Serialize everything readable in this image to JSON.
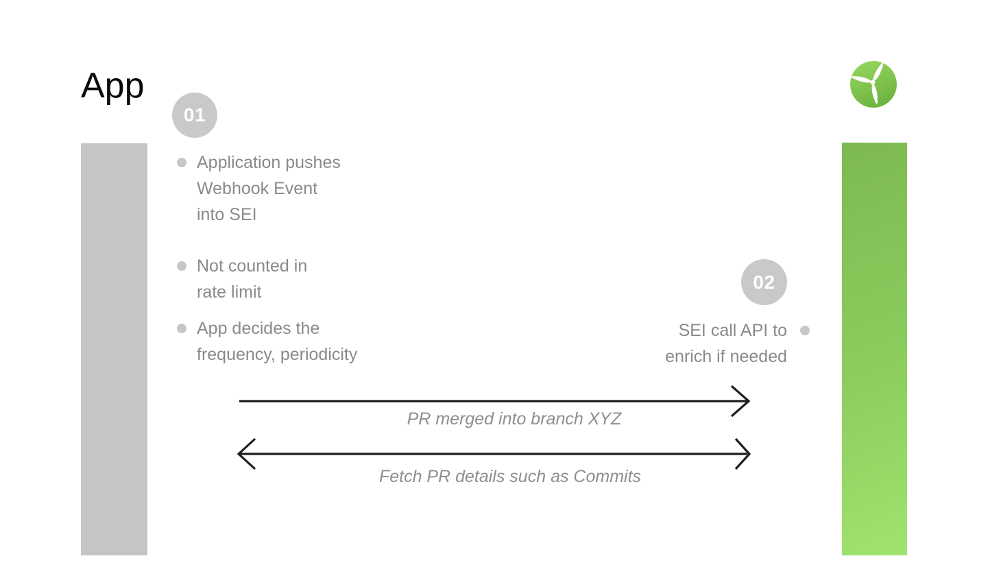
{
  "title": "App",
  "logo": {
    "icon": "propeller-icon"
  },
  "steps": {
    "one": {
      "badge": "01",
      "bullets": [
        {
          "lines": [
            "Application pushes",
            "Webhook Event",
            "into SEI"
          ]
        },
        {
          "lines": [
            "Not counted in",
            "rate limit"
          ]
        },
        {
          "lines": [
            "App decides the",
            "frequency, periodicity"
          ]
        }
      ]
    },
    "two": {
      "badge": "02",
      "bullets": [
        {
          "lines": [
            "SEI call API to",
            "enrich if needed"
          ]
        }
      ]
    }
  },
  "arrows": [
    {
      "label": "PR merged into branch XYZ",
      "direction": "right"
    },
    {
      "label": "Fetch PR details such as Commits",
      "direction": "both"
    }
  ],
  "colors": {
    "lane_left_gray": "#C5C5C5",
    "lane_right_green_top": "#7CBA51",
    "lane_right_green_bottom": "#A0E36F",
    "badge_gray": "#C9C9C9",
    "text_gray": "#8A8A8E",
    "label_italic_gray": "#8E8E93",
    "arrow_dark": "#1E1E20",
    "logo_green_light": "#93D55E",
    "logo_green_dark": "#6CB13E"
  }
}
